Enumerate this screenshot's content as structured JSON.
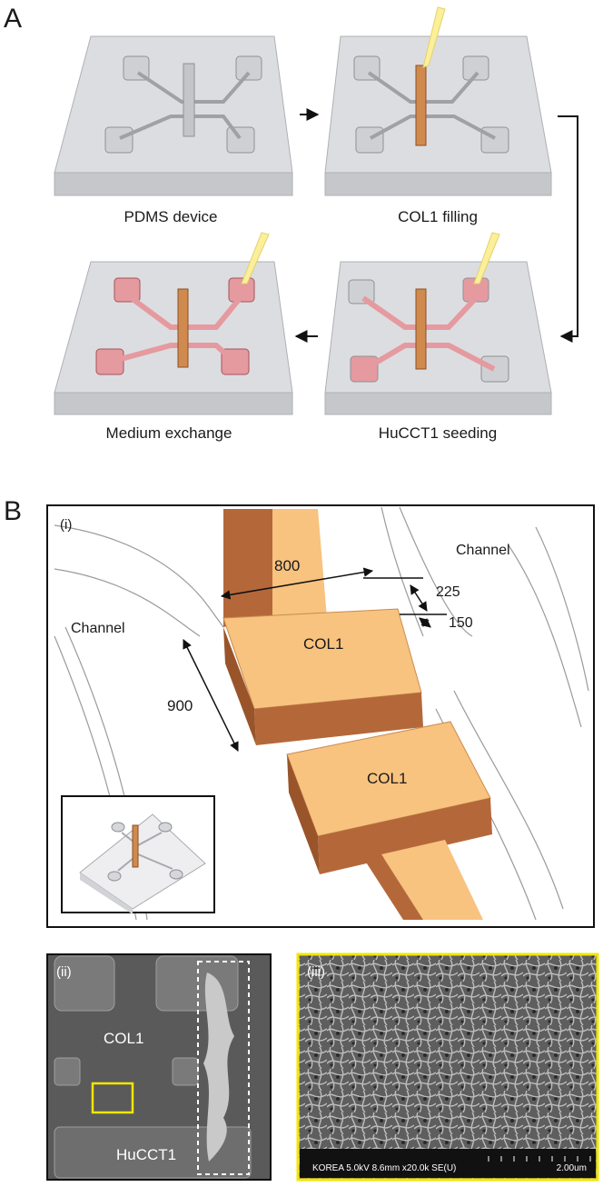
{
  "panel_a": {
    "letter": "A",
    "steps": [
      {
        "label": "PDMS device"
      },
      {
        "label": "COL1 filling"
      },
      {
        "label": "HuCCT1 seeding"
      },
      {
        "label": "Medium exchange"
      }
    ]
  },
  "panel_b": {
    "letter": "B",
    "sub_i": {
      "tag": "(i)",
      "channel_left": "Channel",
      "channel_right": "Channel",
      "col_top": "COL1",
      "col_bottom": "COL1",
      "dims": {
        "width": "800",
        "gap": "900",
        "depth": "225",
        "step": "150"
      }
    },
    "sub_ii": {
      "tag": "(ii)",
      "col_label": "COL1",
      "cell_label": "HuCCT1"
    },
    "sub_iii": {
      "tag": "(iii)",
      "sem_info": "KOREA 5.0kV 8.6mm x20.0k SE(U)",
      "scale_bar": "2.00um"
    }
  },
  "colors": {
    "pdms": "#d2d3d6",
    "col_light": "#f8c27f",
    "col_dark": "#b4683a",
    "medium": "#e59aa0",
    "pipette": "#fbef9a",
    "highlight": "#f2e600"
  }
}
